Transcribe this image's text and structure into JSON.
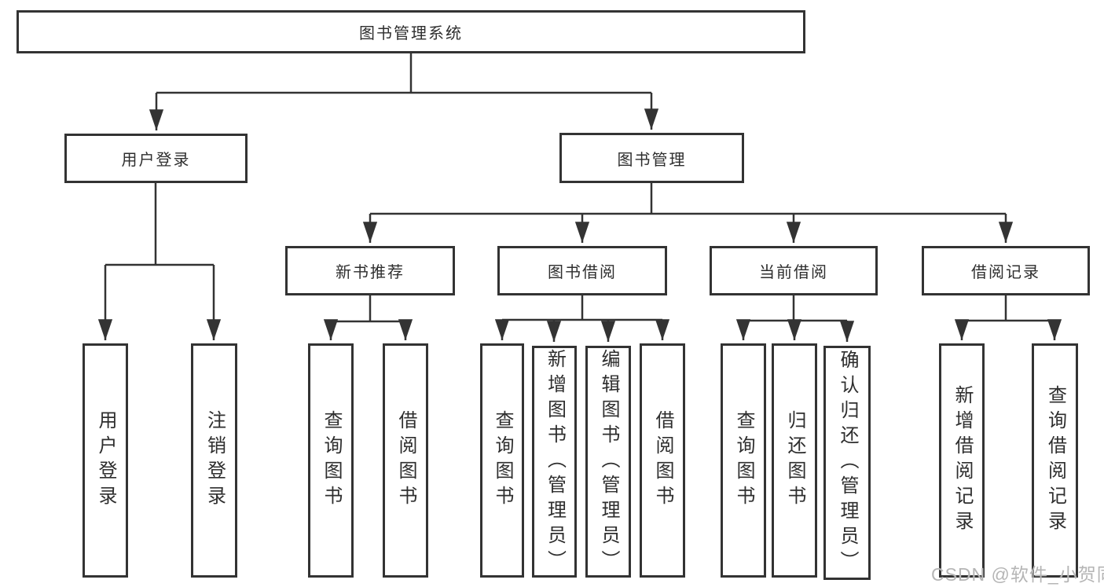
{
  "tree": {
    "label": "图书管理系统",
    "children": [
      {
        "label": "用户登录",
        "children": [
          {
            "label": "用户登录"
          },
          {
            "label": "注销登录"
          }
        ]
      },
      {
        "label": "图书管理",
        "children": [
          {
            "label": "新书推荐",
            "children": [
              {
                "label": "查询图书"
              },
              {
                "label": "借阅图书"
              }
            ]
          },
          {
            "label": "图书借阅",
            "children": [
              {
                "label": "查询图书"
              },
              {
                "label": "新增图书（管理员）"
              },
              {
                "label": "编辑图书（管理员）"
              },
              {
                "label": "借阅图书"
              }
            ]
          },
          {
            "label": "当前借阅",
            "children": [
              {
                "label": "查询图书"
              },
              {
                "label": "归还图书"
              },
              {
                "label": "确认归还（管理员）"
              }
            ]
          },
          {
            "label": "借阅记录",
            "children": [
              {
                "label": "新增借阅记录"
              },
              {
                "label": "查询借阅记录"
              }
            ]
          }
        ]
      }
    ]
  },
  "watermark": {
    "text": "CSDN @软件_小贺同学",
    "color": "#b5b5b5"
  },
  "colors": {
    "line": "#333333",
    "box_border": "#333333",
    "box_fill": "#ffffff",
    "text": "#2e2e2e",
    "background": "#ffffff"
  }
}
